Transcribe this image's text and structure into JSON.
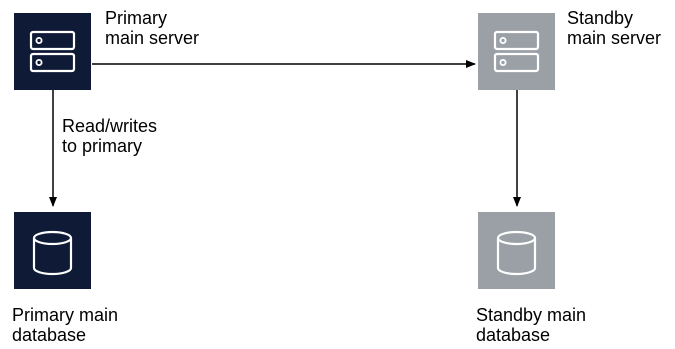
{
  "colors": {
    "primary_fill": "#0e1a36",
    "standby_fill": "#9aa0a6",
    "icon_stroke": "#ffffff",
    "arrow": "#000000",
    "text": "#000000"
  },
  "nodes": {
    "primary_server": {
      "icon": "server-icon",
      "label_line1": "Primary",
      "label_line2": "main server"
    },
    "standby_server": {
      "icon": "server-icon",
      "label_line1": "Standby",
      "label_line2": "main server"
    },
    "primary_database": {
      "icon": "database-icon",
      "label_line1": "Primary main",
      "label_line2": "database"
    },
    "standby_database": {
      "icon": "database-icon",
      "label_line1": "Standby main",
      "label_line2": "database"
    }
  },
  "edges": {
    "primary_to_standby_server": {
      "label_line1": "",
      "label_line2": ""
    },
    "primary_server_to_primary_db": {
      "label_line1": "Read/writes",
      "label_line2": "to primary"
    },
    "standby_server_to_standby_db": {
      "label_line1": "",
      "label_line2": ""
    }
  }
}
